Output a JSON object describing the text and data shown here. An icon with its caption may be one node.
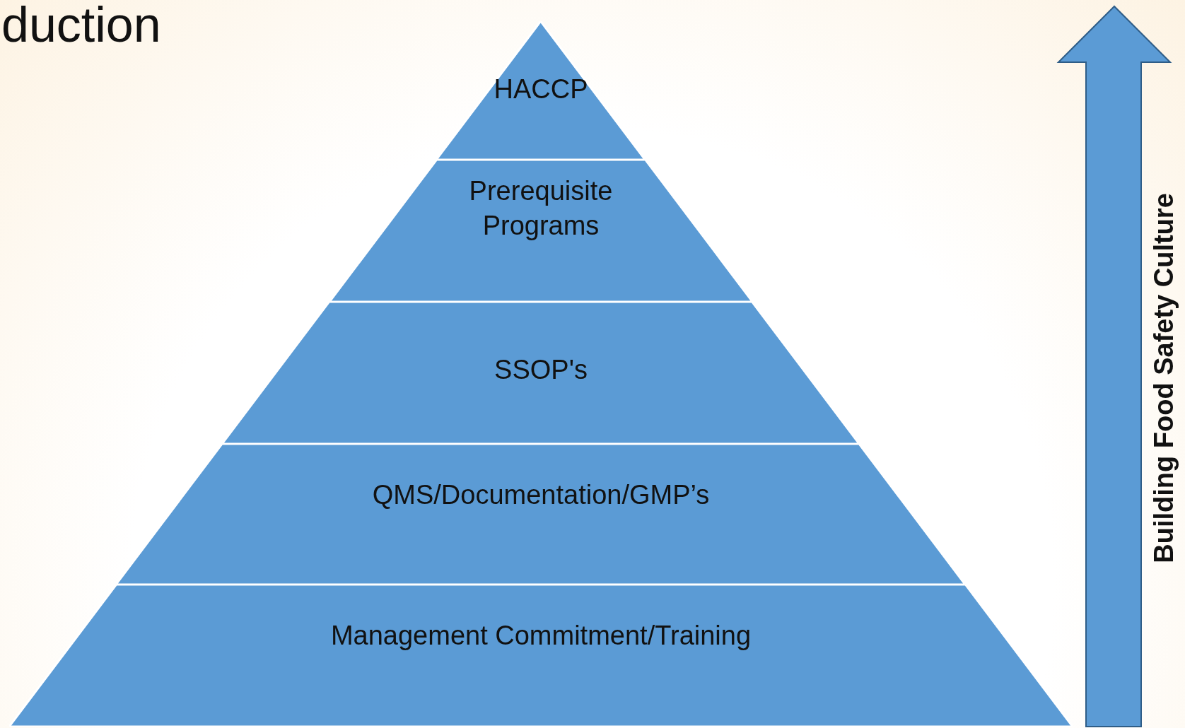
{
  "diagram": {
    "title": "duction",
    "nodes": [
      {
        "text": [
          "HACCP"
        ]
      },
      {
        "text": [
          "Prerequisite Programs"
        ]
      },
      {
        "text": [
          "SSOP's"
        ]
      },
      {
        "text": [
          "QMS/Documentation/GMP’s"
        ]
      },
      {
        "text": [
          "Management Commitment/Training"
        ]
      }
    ],
    "labels": [
      "Building Food Safety Culture"
    ]
  }
}
